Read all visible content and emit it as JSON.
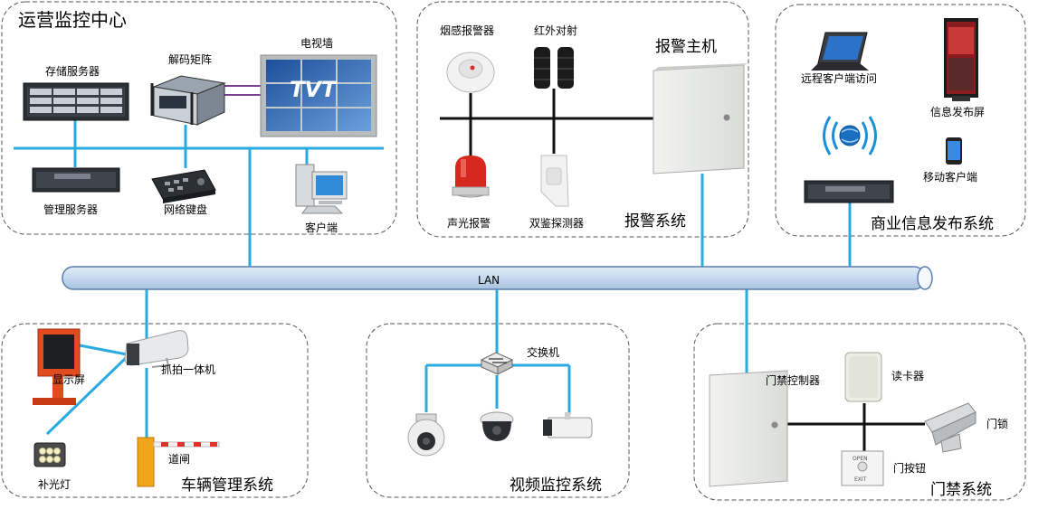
{
  "center": {
    "title": "运营监控中心",
    "storage": "存储服务器",
    "decoder": "解码矩阵",
    "tvwall": "电视墙",
    "tv_brand": "TVT",
    "mgmt": "管理服务器",
    "keyboard": "网络键盘",
    "client": "客户端"
  },
  "alarm": {
    "title": "报警系统",
    "host": "报警主机",
    "smoke": "烟感报警器",
    "infrared": "红外对射",
    "siren": "声光报警",
    "dual": "双鉴探测器"
  },
  "info": {
    "title": "商业信息发布系统",
    "remote": "远程客户端访问",
    "screen": "信息发布屏",
    "mobile": "移动客户端"
  },
  "lan": {
    "label": "LAN"
  },
  "vehicle": {
    "title": "车辆管理系统",
    "display": "显示屏",
    "capture": "抓拍一体机",
    "light": "补光灯",
    "barrier": "道闸"
  },
  "video": {
    "title": "视频监控系统",
    "switch": "交换机"
  },
  "access": {
    "title": "门禁系统",
    "controller": "门禁控制器",
    "reader": "读卡器",
    "lock": "门锁",
    "button": "门按钮",
    "button_face": [
      "OPEN",
      "EXIT"
    ]
  },
  "colors": {
    "line": "#29abe2",
    "lan_fill": "#c5d8ee",
    "lan_stroke": "#5b7fae",
    "dash": "#555555",
    "cabinet": "#e6e8e6",
    "red": "#d6281e"
  }
}
